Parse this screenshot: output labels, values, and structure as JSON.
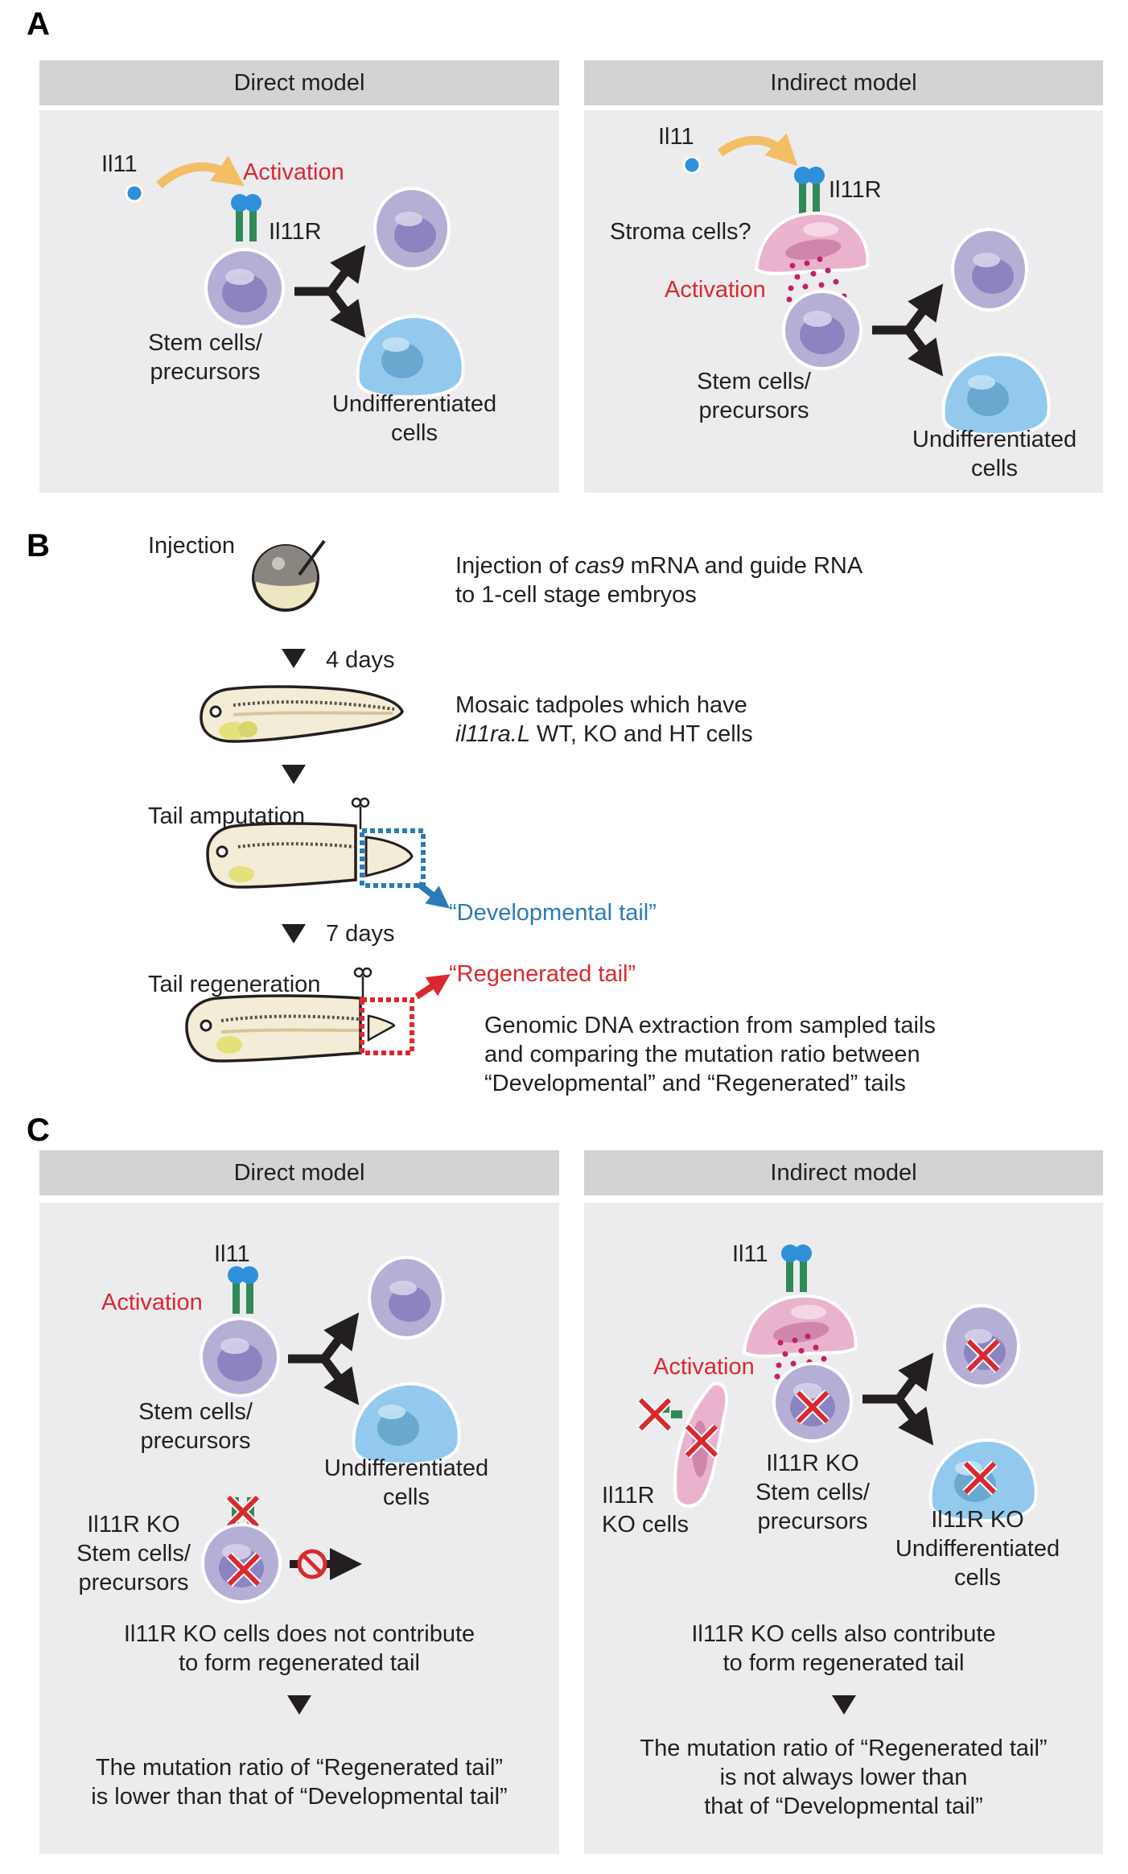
{
  "panel_labels": {
    "a": "A",
    "b": "B",
    "c": "C"
  },
  "colors": {
    "activation_red": "#d9292f",
    "developmental_blue": "#2a7bb8",
    "header_gray": "#d3d3d4",
    "panel_bg": "#ececee",
    "stem_cell_purple": "#b5afd6",
    "undiff_cell_blue": "#93c9ec",
    "stroma_pink": "#eab3cd",
    "receptor_green": "#2f8a57",
    "ligand_blue": "#2f8fd8"
  },
  "panel_a": {
    "direct": {
      "header": "Direct model",
      "ligand": "Il11",
      "activation": "Activation",
      "receptor": "Il11R",
      "stem_line1": "Stem cells/",
      "stem_line2": "precursors",
      "undiff_line1": "Undifferentiated",
      "undiff_line2": "cells"
    },
    "indirect": {
      "header": "Indirect model",
      "ligand": "Il11",
      "receptor": "Il11R",
      "stroma": "Stroma cells?",
      "activation": "Activation",
      "stem_line1": "Stem cells/",
      "stem_line2": "precursors",
      "undiff_line1": "Undifferentiated",
      "undiff_line2": "cells"
    }
  },
  "panel_b": {
    "steps": [
      {
        "label": "Injection",
        "desc_line1_pre": "Injection of ",
        "desc_line1_italic": "cas9",
        "desc_line1_post": " mRNA and guide RNA",
        "desc_line2": "to 1-cell stage embryos"
      },
      {
        "interval": "4 days"
      },
      {
        "desc_line1": "Mosaic tadpoles which have",
        "desc_line2_italic": "il11ra.L",
        "desc_line2_post": " WT, KO and HT cells"
      },
      {
        "interval": ""
      },
      {
        "label": "Tail amputation",
        "sample_label": "“Developmental tail”"
      },
      {
        "interval": "7 days"
      },
      {
        "label": "Tail regeneration",
        "sample_label": "“Regenerated tail”",
        "desc_lines": [
          "Genomic DNA extraction from sampled tails",
          "and comparing the mutation ratio between",
          "“Developmental” and “Regenerated” tails"
        ]
      }
    ]
  },
  "panel_c": {
    "direct": {
      "header": "Direct model",
      "ligand": "Il11",
      "activation": "Activation",
      "stem_line1": "Stem cells/",
      "stem_line2": "precursors",
      "undiff_line1": "Undifferentiated",
      "undiff_line2": "cells",
      "ko_line1": "Il11R KO",
      "ko_line2": "Stem cells/",
      "ko_line3": "precursors",
      "statement_lines": [
        "Il11R KO cells does not contribute",
        "to form regenerated tail"
      ],
      "conclusion_lines": [
        "The mutation ratio of “Regenerated tail”",
        "is lower than that of “Developmental tail”"
      ]
    },
    "indirect": {
      "header": "Indirect model",
      "ligand": "Il11",
      "activation": "Activation",
      "ko_cells_line1": "Il11R",
      "ko_cells_line2": "KO cells",
      "ko_stem_line1": "Il11R KO",
      "ko_stem_line2": "Stem cells/",
      "ko_stem_line3": "precursors",
      "ko_undiff_line1": "Il11R KO",
      "ko_undiff_line2": "Undifferentiated",
      "ko_undiff_line3": "cells",
      "statement_lines": [
        "Il11R KO cells also contribute",
        "to form regenerated tail"
      ],
      "conclusion_lines": [
        "The mutation ratio of “Regenerated tail”",
        "is not always lower than",
        "that of “Developmental tail”"
      ]
    }
  }
}
